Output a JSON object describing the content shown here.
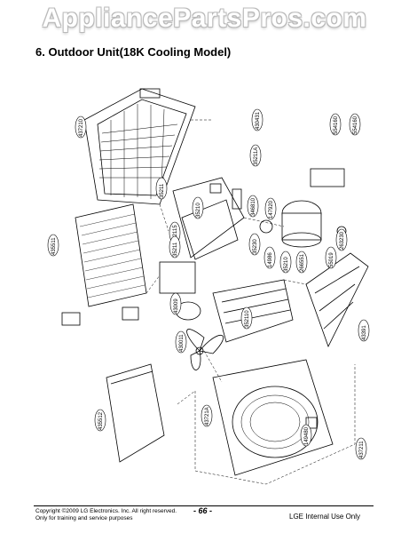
{
  "watermark": "AppliancePartsPros.com",
  "title": "6. Outdoor Unit(18K Cooling Model)",
  "footer": {
    "copyright": "Copyright ©2009 LG Electronics. Inc. All right reserved.",
    "training_note": "Only for training and service purposes",
    "page_number": "- 66 -",
    "internal_note": "LGE Internal Use Only"
  },
  "part_labels": [
    "437210",
    "435511",
    "35211",
    "35210",
    "352115",
    "430431",
    "35211A",
    "346810",
    "554160",
    "554160",
    "266551",
    "55019",
    "14986",
    "35210",
    "35230",
    "35211",
    "147920",
    "263230",
    "43391",
    "352110",
    "43009",
    "430011",
    "435512",
    "43721A",
    "149480",
    "437211"
  ]
}
